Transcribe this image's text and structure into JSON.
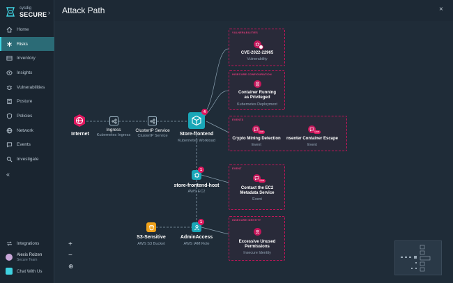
{
  "brand": {
    "small": "sysdig",
    "big": "SECURE"
  },
  "sidebar": {
    "items": [
      {
        "label": "Home",
        "icon": "home-icon"
      },
      {
        "label": "Risks",
        "icon": "risks-icon",
        "active": true
      },
      {
        "label": "Inventory",
        "icon": "inventory-icon"
      },
      {
        "label": "Insights",
        "icon": "insights-icon"
      },
      {
        "label": "Vulnerabilities",
        "icon": "vulnerabilities-icon"
      },
      {
        "label": "Posture",
        "icon": "posture-icon"
      },
      {
        "label": "Policies",
        "icon": "policies-icon"
      },
      {
        "label": "Network",
        "icon": "network-icon"
      },
      {
        "label": "Events",
        "icon": "events-icon"
      },
      {
        "label": "Investigate",
        "icon": "investigate-icon"
      }
    ],
    "collapse_glyph": "«",
    "integrations": "Integrations",
    "user": {
      "name": "Alexis Roizen",
      "role": "Secure Team"
    },
    "chat": "Chat With Us"
  },
  "header": {
    "title": "Attack Path",
    "close_glyph": "×"
  },
  "graph": {
    "internet": "Internet",
    "ingress": {
      "title": "Ingress",
      "sub": "Kubernetes Ingress"
    },
    "clusterip": {
      "title": "ClusterIP Service",
      "sub": "ClusterIP Service"
    },
    "store_frontend": {
      "title": "Store-frontend",
      "sub": "Kubernetes Workload",
      "badge": "4"
    },
    "host": {
      "title": "store-frontend-host",
      "sub": "AWS EC2",
      "badge": "1"
    },
    "s3": {
      "title": "S3-Sensitive",
      "sub": "AWS S3 Bucket"
    },
    "admin": {
      "title": "AdminAccess",
      "sub": "AWS IAM Role",
      "badge": "1"
    }
  },
  "risks": {
    "vuln": {
      "head": "VULNERABILITIES",
      "title": "CVE-2022-22965",
      "sub": "Vulnerability"
    },
    "config": {
      "head": "INSECURE CONFIGURATION",
      "title1": "Container Running",
      "title2": "as Privileged",
      "sub": "Kubernetes Deployment"
    },
    "events": {
      "head": "EVENTS",
      "live": "Live",
      "items": [
        {
          "title": "Crypto Mining Detection",
          "sub": "Event"
        },
        {
          "title": "nsenter Container Escape",
          "sub": "Event"
        }
      ]
    },
    "event_host": {
      "head": "EVENT",
      "live": "Live",
      "title1": "Contact the EC2",
      "title2": "Metadata Service",
      "sub": "Event"
    },
    "identity": {
      "head": "INSECURE IDENTITY",
      "title1": "Excessive Unused",
      "title2": "Permissions",
      "sub": "Insecure Identity"
    }
  },
  "zoom": {
    "in": "+",
    "out": "−",
    "fit": "⊕"
  },
  "colors": {
    "accent": "#1aa7b8",
    "risk": "#c4165a",
    "badge": "#e0185f",
    "active": "#2b6b76"
  }
}
